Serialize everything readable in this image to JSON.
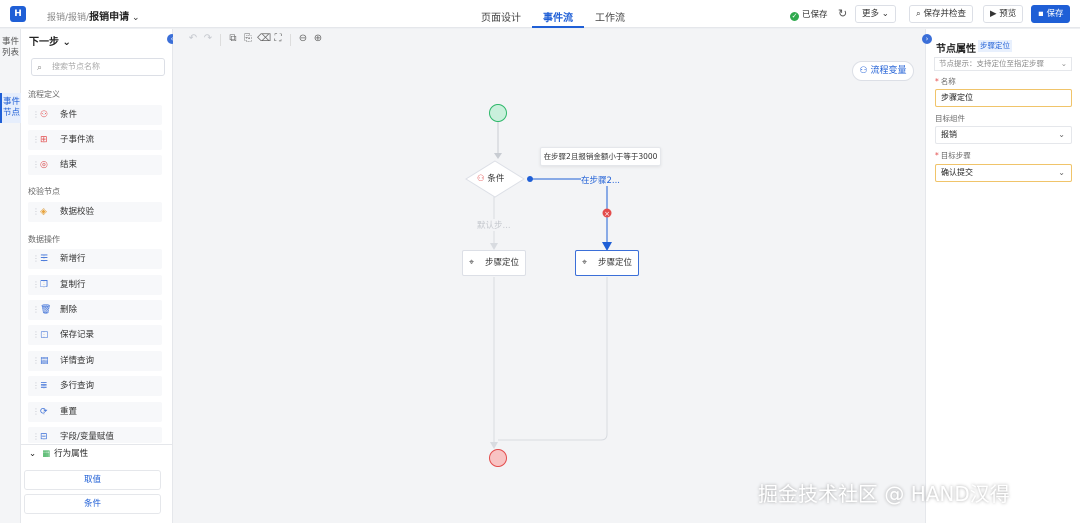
{
  "header": {
    "breadcrumb_prefix": "报销/报销/",
    "breadcrumb_current": "报销申请",
    "tabs": [
      "页面设计",
      "事件流",
      "工作流"
    ],
    "active_tab": 1,
    "saved_label": "已保存",
    "more_label": "更多",
    "save_check_label": "保存并检查",
    "preview_label": "预览",
    "save_label": "保存"
  },
  "vtabs": [
    {
      "label": "事件列表"
    },
    {
      "label": "事件节点"
    }
  ],
  "palette": {
    "title": "下一步",
    "search_placeholder": "搜索节点名称",
    "groups": [
      {
        "label": "流程定义",
        "items": [
          "条件",
          "子事件流",
          "结束"
        ]
      },
      {
        "label": "校验节点",
        "items": [
          "数据校验"
        ]
      },
      {
        "label": "数据操作",
        "items": [
          "新增行",
          "复制行",
          "删除",
          "保存记录",
          "详情查询",
          "多行查询",
          "重置",
          "字段/变量赋值"
        ]
      }
    ],
    "behavior_label": "行为属性",
    "cancel_label": "取值",
    "condition_label": "条件"
  },
  "canvas": {
    "flow_var_label": "流程变量",
    "condition_node_label": "条件",
    "tooltip": "在步骤2且报销金额小于等于3000",
    "branch_label": "在步骤2...",
    "default_label": "默认步...",
    "node_left_label": "步骤定位",
    "node_right_label": "步骤定位",
    "colors": {
      "start": "#2fb86b",
      "end": "#e34c4c",
      "accent": "#1f5fd6"
    }
  },
  "props": {
    "title": "节点属性",
    "tag": "步骤定位",
    "hint": "节点提示：支持定位至指定步骤",
    "name_label": "名称",
    "name_value": "步骤定位",
    "target_component_label": "目标组件",
    "target_component_value": "报销",
    "target_step_label": "目标步骤",
    "target_step_value": "确认提交"
  },
  "watermark": "掘金技术社区 @ HAND汉得"
}
